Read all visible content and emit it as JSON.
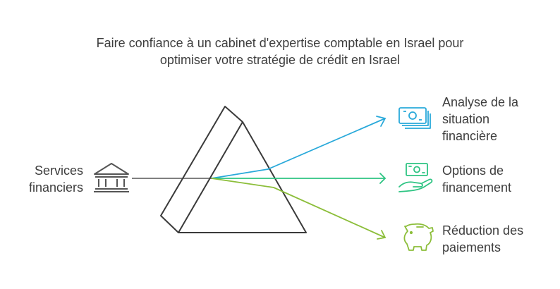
{
  "title": {
    "line1": "Faire confiance à un cabinet d'expertise comptable en Israel pour",
    "line2": "optimiser votre stratégie de crédit en Israel"
  },
  "source": {
    "label_line1": "Services",
    "label_line2": "financiers",
    "icon": "bank-icon"
  },
  "outputs": [
    {
      "label_lines": [
        "Analyse de la",
        "situation",
        "financière"
      ],
      "icon": "money-stack-icon",
      "color": "#29a9da"
    },
    {
      "label_lines": [
        "Options de",
        "financement"
      ],
      "icon": "cash-hand-icon",
      "color": "#2ec483"
    },
    {
      "label_lines": [
        "Réduction des",
        "paiements"
      ],
      "icon": "piggy-bank-icon",
      "color": "#8cbe3a"
    }
  ],
  "colors": {
    "prism": "#3a3a3a",
    "text": "#3d3d3d"
  }
}
